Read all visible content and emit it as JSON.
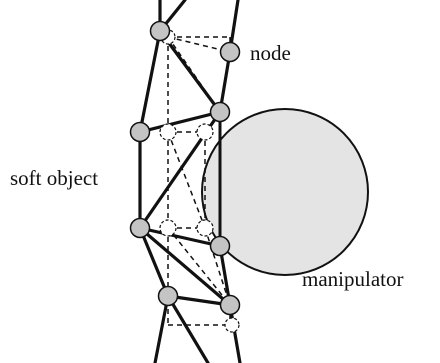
{
  "labels": {
    "node": "node",
    "soft_object": "soft object",
    "manipulator": "manipulator"
  },
  "colors": {
    "edge": "#111111",
    "dashed": "#111111",
    "node_fill": "#c4c4c4",
    "manipulator_fill": "#e4e4e4"
  }
}
